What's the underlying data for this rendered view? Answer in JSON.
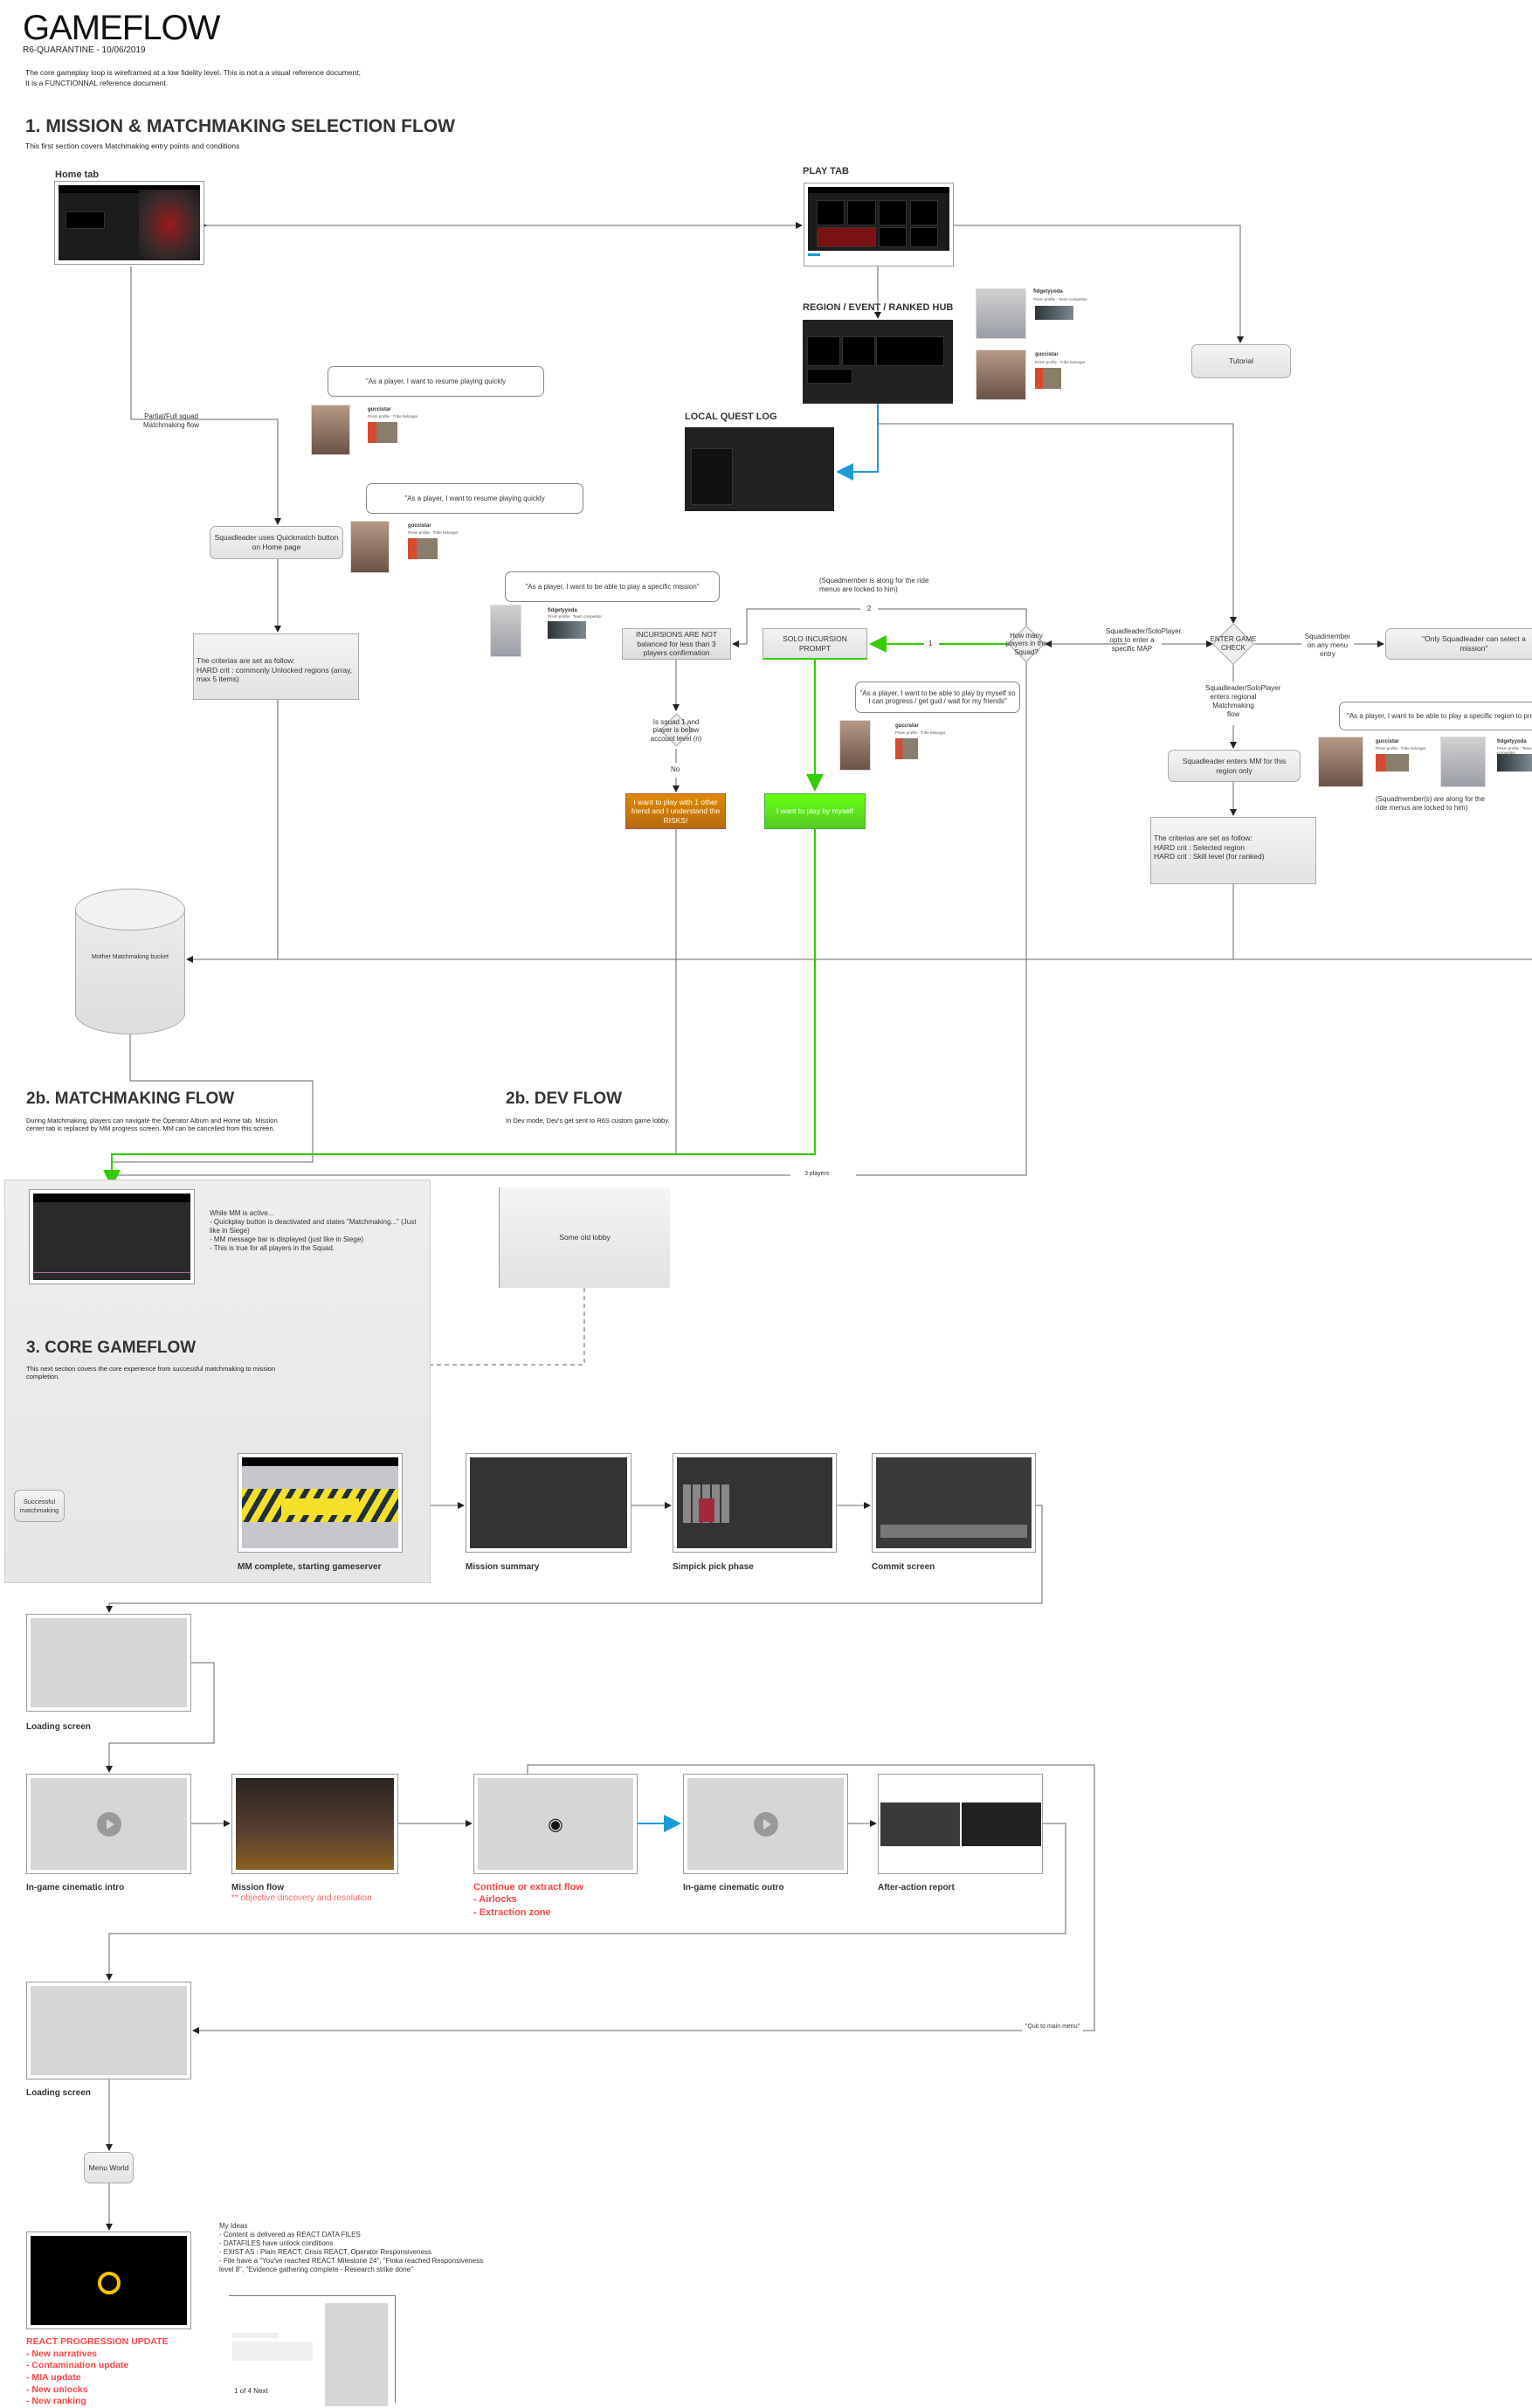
{
  "header": {
    "title": "GAMEFLOW",
    "subtitle": "R6-QUARANTINE - 10/06/2019",
    "description_1": "The core gameplay loop is wireframed at a low fidelity level. This is not a a visual reference document;",
    "description_2": "It is a FUNCTIONNAL reference document."
  },
  "section1": {
    "title": "1. MISSION & MATCHMAKING SELECTION FLOW",
    "description": "This first section covers Matchmaking entry points and conditions",
    "home_tab": "Home tab",
    "play_tab": "PLAY TAB",
    "region_hub": "REGION / EVENT / RANKED HUB",
    "local_quest_log": "LOCAL QUEST LOG",
    "tutorial": "Tutorial",
    "partial_full": "Partial/Full squad Matchmaking flow",
    "quickmatch": "Squadleader uses Quickmatch button on Home page",
    "criteria_1_title": "The criterias are set as follow:",
    "criteria_1_line": "HARD crit : commonly Unlocked regions (array, max 5 items)",
    "incursions": "INCURSIONS ARE NOT balanced for less than 3 players confirmation",
    "solo_prompt": "SOLO INCURSION PROMPT",
    "how_many": "How many players in the Squad?",
    "edge_1": "1",
    "edge_2": "2",
    "edge_3": "3 players",
    "edge_no": "No",
    "squad_check": "Is squad 1 and player is below account level (n)",
    "orange_choice": "I want to play with 1 other friend and I understand the RISKS!",
    "green_choice": "I want to play by myself",
    "opts_map": "Squadleader/SoloPlayer opts to enter a specific MAP",
    "enter_check": "ENTER GAME CHECK",
    "member_menu": "Squadmember on any menu entry",
    "only_leader": "\"Only Squadleader can select a mission\"",
    "regional_mm": "Squadleader/SoloPlayer enters regional Matchmaking flow",
    "enters_mm": "Squadleader enters MM for this region only",
    "criteria_2_title": "The criterias are set as follow:",
    "criteria_2_line1": "HARD crit : Selected region",
    "criteria_2_line2": "HARD crit : Skill level (for ranked)",
    "member_note_1": "(Squadmember is along for the ride menus are locked to him)",
    "member_note_2": "(Squadmember(s) are along for the ride menus are locked to him)",
    "mother_bucket": "Mother Matchmaking bucket"
  },
  "quotes": {
    "resume": "\"As a player, I want to resume playing quickly",
    "specific_mission": "\"As a player, I want to be able to play a specific mission\"",
    "by_myself": "\"As a player, I want to be able to play by myself so I can progress / get gud / wait for my friends\"",
    "specific_region": "\"As a player, I want to be able to play a specific region to progress\""
  },
  "personas": {
    "gucci": {
      "name": "guccistar",
      "profile": "Prism profile : Tribe belonger"
    },
    "fidgety": {
      "name": "fidgetyyoda",
      "profile": "Prism profile : Team competitor"
    }
  },
  "section2": {
    "mm_title": "2b. MATCHMAKING FLOW",
    "mm_desc": "During Matchmaking, players can navigate the Operator Album and Home tab. Mission center tab is replaced by MM progress screen. MM can be cancelled from this screen.",
    "dev_title": "2b. DEV FLOW",
    "dev_desc": "In Dev mode, Dev's get sent to R6S custom game lobby.",
    "mm_active": "While MM is active...",
    "mm_note_1": "- Quickplay button is deactivated and states \"Matchmaking...\" (Just like in Siege)",
    "mm_note_2": "- MM message bar is displayed (just like in Siege)",
    "mm_note_3": "- This is true for all players in the Squad.",
    "old_lobby": "Some old lobby"
  },
  "section3": {
    "title": "3. CORE GAMEFLOW",
    "description": "This next section covers the core experience from successful matchmaking to mission completion.",
    "successful_mm": "Successful matchmaking",
    "mm_complete": "MM complete, starting gameserver",
    "mission_summary": "Mission summary",
    "simpick": "Simpick pick phase",
    "commit": "Commit screen",
    "loading": "Loading screen",
    "cinematic_intro": "In-game cinematic intro",
    "mission_flow": "Mission flow",
    "mission_flow_note": "** objective discovery and resolution",
    "continue_flow": "Continue or extract flow",
    "continue_1": "- Airlocks",
    "continue_2": "- Extraction zone",
    "cinematic_outro": "In-game cinematic outro",
    "aar": "After-action report",
    "quit": "\"Quit to main menu\"",
    "loading_2": "Loading screen",
    "menu_world": "Menu World",
    "react_title": "REACT PROGRESSION UPDATE",
    "react_items": [
      "- New narratives",
      "- Contamination update",
      "- MIA update",
      "- New unlocks",
      "- New ranking"
    ],
    "ideas_title": "My Ideas",
    "ideas": [
      "- Content is delivered as REACT DATA FILES",
      "- DATAFILES have unlock conditions",
      "- EXIST AS : Plain REACT, Crisis REACT, Operator Responsiveness",
      "- File have a \"You've reached REACT Milestone 24\", \"Finka reached Responsiveness level 8\", \"Evidence gathering complete - Research strike done\""
    ],
    "pager": "1 of 4 Next"
  },
  "colors": {
    "green": "#33cc00",
    "blue": "#1a9bd7",
    "orange": "#cc7a00",
    "red": "#ff4444",
    "hazard": "#f5df2a"
  }
}
